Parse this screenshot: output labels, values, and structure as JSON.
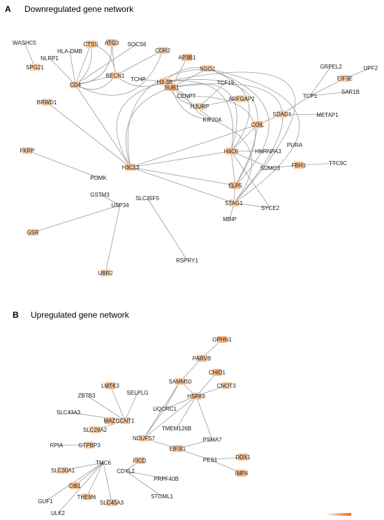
{
  "panels": [
    {
      "letter": "A",
      "title": "Downregulated gene network",
      "nodes": [
        {
          "id": "WASHC5",
          "label": "WASHC5",
          "hl": 0
        },
        {
          "id": "NLRP1",
          "label": "NLRP1",
          "hl": 0
        },
        {
          "id": "HLA-DMB",
          "label": "HLA-DMB",
          "hl": 0
        },
        {
          "id": "CTSS",
          "label": "CTSS",
          "hl": 0.5
        },
        {
          "id": "ATG3",
          "label": "ATG3",
          "hl": 0.6
        },
        {
          "id": "SOCS6",
          "label": "SOCS6",
          "hl": 0
        },
        {
          "id": "SPG21",
          "label": "SPG21",
          "hl": 0.3
        },
        {
          "id": "CDR2",
          "label": "CDR2",
          "hl": 0.3
        },
        {
          "id": "AP3B1",
          "label": "AP3B1",
          "hl": 0.6
        },
        {
          "id": "GRPEL2",
          "label": "GRPEL2",
          "hl": 0
        },
        {
          "id": "UPF2",
          "label": "UPF2",
          "hl": 0
        },
        {
          "id": "EIF3E",
          "label": "EIF3E",
          "hl": 0.3
        },
        {
          "id": "BECN1",
          "label": "BECN1",
          "hl": 0.3
        },
        {
          "id": "TCHP",
          "label": "TCHP",
          "hl": 0
        },
        {
          "id": "H3-3B",
          "label": "H3-3B",
          "hl": 0.5
        },
        {
          "id": "SGO2",
          "label": "SGO2",
          "hl": 0.3
        },
        {
          "id": "CD4",
          "label": "CD4",
          "hl": 0.5
        },
        {
          "id": "BUB1",
          "label": "BUB1",
          "hl": 0.6
        },
        {
          "id": "TCF19",
          "label": "TCF19",
          "hl": 0
        },
        {
          "id": "SAR1B",
          "label": "SAR1B",
          "hl": 0
        },
        {
          "id": "CENPT",
          "label": "CENPT",
          "hl": 0
        },
        {
          "id": "ARFGAP2",
          "label": "ARFGAP2",
          "hl": 0.3
        },
        {
          "id": "TCP1",
          "label": "TCP1",
          "hl": 0
        },
        {
          "id": "BRWD1",
          "label": "BRWD1",
          "hl": 0.3
        },
        {
          "id": "HJURP",
          "label": "HJURP",
          "hl": 0.3
        },
        {
          "id": "SDAD1",
          "label": "SDAD1",
          "hl": 0.3
        },
        {
          "id": "METAP1",
          "label": "METAP1",
          "hl": 0
        },
        {
          "id": "KIF20A",
          "label": "KIF20A",
          "hl": 0
        },
        {
          "id": "COIL",
          "label": "COIL",
          "hl": 0.6
        },
        {
          "id": "FKRP",
          "label": "FKRP",
          "hl": 0.3
        },
        {
          "id": "PURA",
          "label": "PURA",
          "hl": 0
        },
        {
          "id": "H4C6",
          "label": "H4C6",
          "hl": 0.5
        },
        {
          "id": "HNRNPA3",
          "label": "HNRNPA3",
          "hl": 0
        },
        {
          "id": "TTC9C",
          "label": "TTC9C",
          "hl": 0
        },
        {
          "id": "FBH1",
          "label": "FBH1",
          "hl": 0.5
        },
        {
          "id": "SUMO3",
          "label": "SUMO3",
          "hl": 0
        },
        {
          "id": "H3C13",
          "label": "H3C13",
          "hl": 0.5
        },
        {
          "id": "POMK",
          "label": "POMK",
          "hl": 0
        },
        {
          "id": "ELP5",
          "label": "ELP5",
          "hl": 0.6
        },
        {
          "id": "GSTM3",
          "label": "GSTM3",
          "hl": 0
        },
        {
          "id": "SLC35F5",
          "label": "SLC35F5",
          "hl": 0
        },
        {
          "id": "USP34",
          "label": "USP34",
          "hl": 0
        },
        {
          "id": "STAG1",
          "label": "STAG1",
          "hl": 0.3
        },
        {
          "id": "SYCE2",
          "label": "SYCE2",
          "hl": 0
        },
        {
          "id": "GSR",
          "label": "GSR",
          "hl": 0.3
        },
        {
          "id": "MBIP",
          "label": "MBIP",
          "hl": 0
        },
        {
          "id": "RSPRY1",
          "label": "RSPRY1",
          "hl": 0
        },
        {
          "id": "UBR2",
          "label": "UBR2",
          "hl": 0.3
        }
      ],
      "edges": [
        [
          "WASHC5",
          "SPG21"
        ],
        [
          "NLRP1",
          "CD4"
        ],
        [
          "HLA-DMB",
          "CD4"
        ],
        [
          "CTSS",
          "CD4"
        ],
        [
          "ATG3",
          "BECN1"
        ],
        [
          "SOCS6",
          "CD4"
        ],
        [
          "CDR2",
          "BECN1"
        ],
        [
          "AP3B1",
          "BUB1"
        ],
        [
          "BECN1",
          "CD4"
        ],
        [
          "TCHP",
          "H3-3B"
        ],
        [
          "SGO2",
          "BUB1"
        ],
        [
          "CENPT",
          "H3-3B"
        ],
        [
          "TCF19",
          "HJURP"
        ],
        [
          "ARFGAP2",
          "HJURP"
        ],
        [
          "H3-3B",
          "KIF20A"
        ],
        [
          "CD4",
          "H3C13"
        ],
        [
          "BRWD1",
          "H3C13"
        ],
        [
          "FKRP",
          "POMK"
        ],
        [
          "H3C13",
          "H4C6"
        ],
        [
          "H3C13",
          "COIL"
        ],
        [
          "H3C13",
          "STAG1"
        ],
        [
          "H3C13",
          "ELP5"
        ],
        [
          "COIL",
          "H4C6"
        ],
        [
          "SDAD1",
          "COIL"
        ],
        [
          "SDAD1",
          "TCP1"
        ],
        [
          "SDAD1",
          "METAP1"
        ],
        [
          "TCP1",
          "GRPEL2"
        ],
        [
          "TCP1",
          "EIF3E"
        ],
        [
          "TCP1",
          "SAR1B"
        ],
        [
          "EIF3E",
          "UPF2"
        ],
        [
          "H4C6",
          "HNRNPA3"
        ],
        [
          "H4C6",
          "SUMO3"
        ],
        [
          "SUMO3",
          "FBH1"
        ],
        [
          "FBH1",
          "TTC9C"
        ],
        [
          "H4C6",
          "ELP5"
        ],
        [
          "ELP5",
          "STAG1"
        ],
        [
          "STAG1",
          "SYCE2"
        ],
        [
          "STAG1",
          "MBIP"
        ],
        [
          "H4C6",
          "SYCE2"
        ],
        [
          "GSTM3",
          "USP34"
        ],
        [
          "USP34",
          "GSR"
        ],
        [
          "USP34",
          "UBR2"
        ],
        [
          "SLC35F5",
          "RSPRY1"
        ]
      ],
      "curves": [
        [
          "CD4",
          "CTSS",
          18
        ],
        [
          "CD4",
          "ATG3",
          28
        ],
        [
          "CD4",
          "CDR2",
          34
        ],
        [
          "CD4",
          "BECN1",
          26
        ],
        [
          "BECN1",
          "CTSS",
          22
        ],
        [
          "BECN1",
          "H3-3B",
          18
        ],
        [
          "BUB1",
          "H3-3B",
          12
        ],
        [
          "SGO2",
          "H3-3B",
          16
        ],
        [
          "H3-3B",
          "HJURP",
          16
        ],
        [
          "BUB1",
          "KIF20A",
          22
        ],
        [
          "CENPT",
          "KIF20A",
          14
        ],
        [
          "H3-3B",
          "H3C13",
          40
        ],
        [
          "SGO2",
          "H3C13",
          34
        ],
        [
          "BUB1",
          "H3C13",
          30
        ],
        [
          "H3-3B",
          "H4C6",
          -40
        ],
        [
          "SGO2",
          "H4C6",
          -42
        ],
        [
          "BUB1",
          "H4C6",
          -52
        ],
        [
          "H3-3B",
          "ELP5",
          -60
        ],
        [
          "SGO2",
          "STAG1",
          -70
        ],
        [
          "BUB1",
          "STAG1",
          -80
        ],
        [
          "CENPT",
          "ELP5",
          -55
        ],
        [
          "H3-3B",
          "STAG1",
          -92
        ],
        [
          "SGO2",
          "ELP5",
          -48
        ],
        [
          "KIF20A",
          "STAG1",
          -40
        ]
      ]
    },
    {
      "letter": "B",
      "title": "Upregulated gene network",
      "nodes": [
        {
          "id": "OPHN1",
          "label": "OPHN1",
          "hl": 0.6
        },
        {
          "id": "PARVB",
          "label": "PARVB",
          "hl": 0.5
        },
        {
          "id": "CHID1",
          "label": "CHID1",
          "hl": 0.6
        },
        {
          "id": "LMTK3",
          "label": "LMTK3",
          "hl": 0.6
        },
        {
          "id": "SAMM50",
          "label": "SAMM50",
          "hl": 0.3
        },
        {
          "id": "CNOT3",
          "label": "CNOT3",
          "hl": 0.3
        },
        {
          "id": "ZBTB3",
          "label": "ZBTB3",
          "hl": 0
        },
        {
          "id": "SELPLG",
          "label": "SELPLG",
          "hl": 0
        },
        {
          "id": "HSPA9",
          "label": "HSPA9",
          "hl": 0.5
        },
        {
          "id": "UQCRC1",
          "label": "UQCRC1",
          "hl": 0
        },
        {
          "id": "SLC43A3",
          "label": "SLC43A3",
          "hl": 0
        },
        {
          "id": "MAZ",
          "label": "MAZ",
          "hl": 0.6
        },
        {
          "id": "GCNT1",
          "label": "GCNT1",
          "hl": 0.4
        },
        {
          "id": "SLC29A2",
          "label": "SLC29A2",
          "hl": 0.3
        },
        {
          "id": "TMEM126B",
          "label": "TMEM126B",
          "hl": 0
        },
        {
          "id": "NDUFS7",
          "label": "NDUFS7",
          "hl": 0.3
        },
        {
          "id": "PSMA7",
          "label": "PSMA7",
          "hl": 0
        },
        {
          "id": "RPIA",
          "label": "RPIA",
          "hl": 0
        },
        {
          "id": "GTPBP3",
          "label": "GTPBP3",
          "hl": 0.3
        },
        {
          "id": "EIF3G",
          "label": "EIF3G",
          "hl": 0.5
        },
        {
          "id": "TMC6",
          "label": "TMC6",
          "hl": 0
        },
        {
          "id": "FICD",
          "label": "FICD",
          "hl": 0.5
        },
        {
          "id": "DDX1",
          "label": "DDX1",
          "hl": 0.6
        },
        {
          "id": "PES1",
          "label": "PES1",
          "hl": 0
        },
        {
          "id": "SLC30A1",
          "label": "SLC30A1",
          "hl": 0.3
        },
        {
          "id": "CDYL2",
          "label": "CDYL2",
          "hl": 0
        },
        {
          "id": "PRPF40B",
          "label": "PRPF40B",
          "hl": 0
        },
        {
          "id": "IMP4",
          "label": "IMP4",
          "hl": 0.6
        },
        {
          "id": "CIB1",
          "label": "CIB1",
          "hl": 0.5
        },
        {
          "id": "THEM6",
          "label": "THEM6",
          "hl": 0.3
        },
        {
          "id": "SLC45A3",
          "label": "SLC45A3",
          "hl": 0.5
        },
        {
          "id": "STOML1",
          "label": "STOML1",
          "hl": 0
        },
        {
          "id": "GUF1",
          "label": "GUF1",
          "hl": 0
        },
        {
          "id": "ULK2",
          "label": "ULK2",
          "hl": 0
        }
      ],
      "edges": [
        [
          "OPHN1",
          "PARVB"
        ],
        [
          "PARVB",
          "SAMM50"
        ],
        [
          "SAMM50",
          "HSPA9"
        ],
        [
          "CHID1",
          "HSPA9"
        ],
        [
          "CNOT3",
          "HSPA9"
        ],
        [
          "SAMM50",
          "UQCRC1"
        ],
        [
          "HSPA9",
          "UQCRC1"
        ],
        [
          "UQCRC1",
          "NDUFS7"
        ],
        [
          "SAMM50",
          "NDUFS7"
        ],
        [
          "HSPA9",
          "NDUFS7"
        ],
        [
          "HSPA9",
          "TMEM126B"
        ],
        [
          "HSPA9",
          "PSMA7"
        ],
        [
          "NDUFS7",
          "EIF3G"
        ],
        [
          "EIF3G",
          "PSMA7"
        ],
        [
          "EIF3G",
          "PES1"
        ],
        [
          "PES1",
          "DDX1"
        ],
        [
          "PES1",
          "IMP4"
        ],
        [
          "LMTK3",
          "GCNT1"
        ],
        [
          "ZBTB3",
          "GCNT1"
        ],
        [
          "SELPLG",
          "GCNT1"
        ],
        [
          "SLC43A3",
          "GCNT1"
        ],
        [
          "SLC29A2",
          "GCNT1"
        ],
        [
          "RPIA",
          "GTPBP3"
        ],
        [
          "TMC6",
          "SLC30A1"
        ],
        [
          "TMC6",
          "CIB1"
        ],
        [
          "TMC6",
          "THEM6"
        ],
        [
          "TMC6",
          "SLC45A3"
        ],
        [
          "TMC6",
          "GUF1"
        ],
        [
          "TMC6",
          "ULK2"
        ],
        [
          "FICD",
          "CDYL2"
        ],
        [
          "CDYL2",
          "PRPF40B"
        ],
        [
          "CDYL2",
          "STOML1"
        ]
      ],
      "curves": []
    }
  ],
  "colorbar": {
    "from": "#ffffff",
    "to": "#ee6d12"
  },
  "colors": {
    "edge": "#9a9a9a",
    "highlight_light": "#fce3c4",
    "highlight_dark": "#f0a068"
  }
}
